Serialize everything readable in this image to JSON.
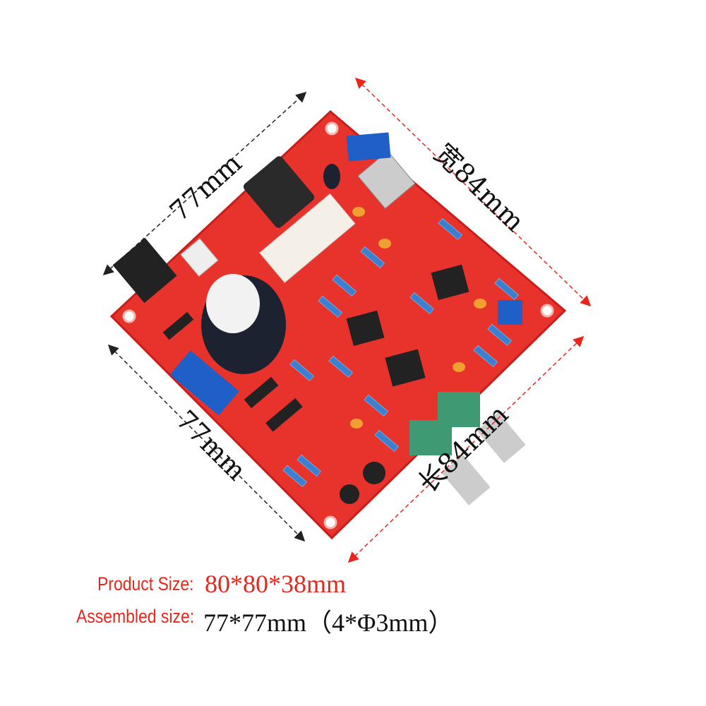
{
  "dimensions": {
    "top_left": "77mm",
    "bottom_left": "77mm",
    "top_right": "宽84mm",
    "bottom_right": "长84mm"
  },
  "captions": {
    "product_size_label": "Product Size:",
    "product_size_value": "80*80*38mm",
    "assembled_size_label": "Assembled size:",
    "assembled_size_value": "77*77mm（4*Φ3mm）"
  },
  "colors": {
    "pcb": "#e8322c",
    "caption_red": "#e8261c",
    "terminal_blue": "#1e5fc8"
  }
}
